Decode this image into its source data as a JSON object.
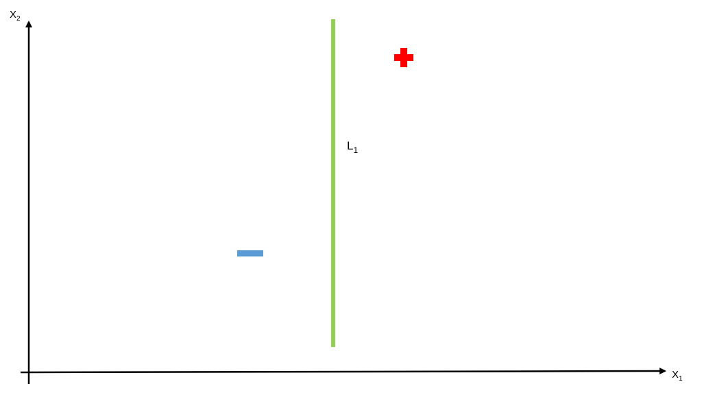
{
  "axes": {
    "x_label": "X",
    "x_subscript": "1",
    "y_label": "X",
    "y_subscript": "2",
    "axis_color": "#000000"
  },
  "separator": {
    "label": "L",
    "subscript": "1",
    "color": "#92d050"
  },
  "points": {
    "positive": {
      "symbol": "plus-icon",
      "color": "#ff0000"
    },
    "negative": {
      "symbol": "minus-icon",
      "color": "#5b9bd5"
    }
  }
}
